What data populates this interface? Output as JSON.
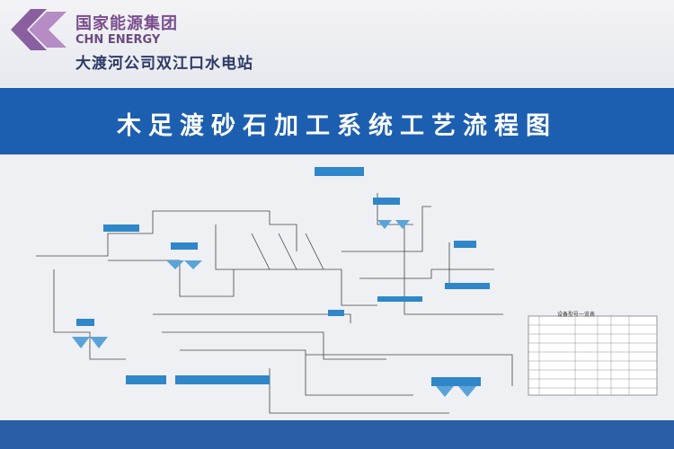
{
  "header": {
    "org_cn": "国家能源集团",
    "org_en": "CHN ENERGY",
    "station": "大渡河公司双江口水电站"
  },
  "banner": {
    "title": "木足渡砂石加工系统工艺流程图"
  },
  "diagram": {
    "table_title": "设备型号一览表"
  },
  "colors": {
    "banner": "#1c5fb0",
    "logo": "#8a5fa0",
    "equipment": "#2f86c9"
  }
}
